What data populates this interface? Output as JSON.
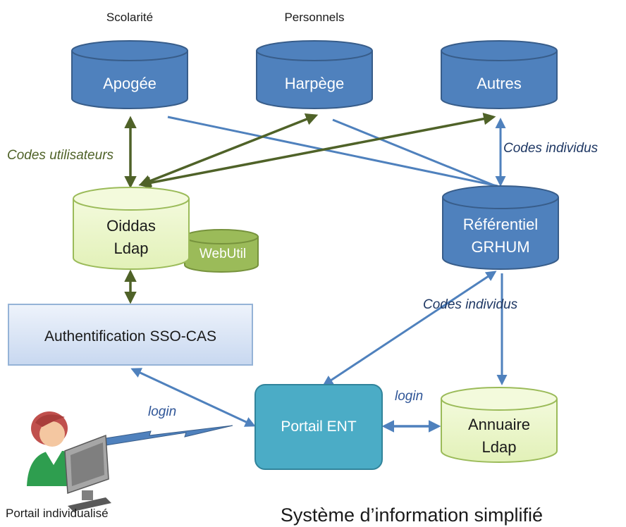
{
  "title": "Système d’information simplifié",
  "databases": {
    "apogee": {
      "label": "Apogée",
      "caption": "Scolarité"
    },
    "harpege": {
      "label": "Harpège",
      "caption": "Personnels"
    },
    "autres": {
      "label": "Autres"
    },
    "oiddas": {
      "line1": "Oiddas",
      "line2": "Ldap"
    },
    "webutil": {
      "label": "WebUtil"
    },
    "grhum": {
      "line1": "Référentiel",
      "line2": "GRHUM"
    },
    "annuaire": {
      "line1": "Annuaire",
      "line2": "Ldap"
    }
  },
  "boxes": {
    "sso": {
      "label": "Authentification SSO-CAS"
    },
    "portail": {
      "label": "Portail ENT"
    }
  },
  "edge_labels": {
    "codes_utilisateurs": "Codes utilisateurs",
    "codes_individus_top": "Codes individus",
    "codes_individus_mid": "Codes individus",
    "login_left": "login",
    "login_right": "login"
  },
  "user": {
    "caption": "Portail individualisé"
  },
  "colors": {
    "db_blue": "#4f81bd",
    "db_blue_stroke": "#385d8a",
    "db_green_light": "#ebf6c8",
    "db_green_dark": "#9bbb59",
    "box_sso": "#dce6f5",
    "box_portail": "#4bacc6",
    "arrow_blue": "#4f81bd",
    "arrow_green": "#4f6228"
  }
}
